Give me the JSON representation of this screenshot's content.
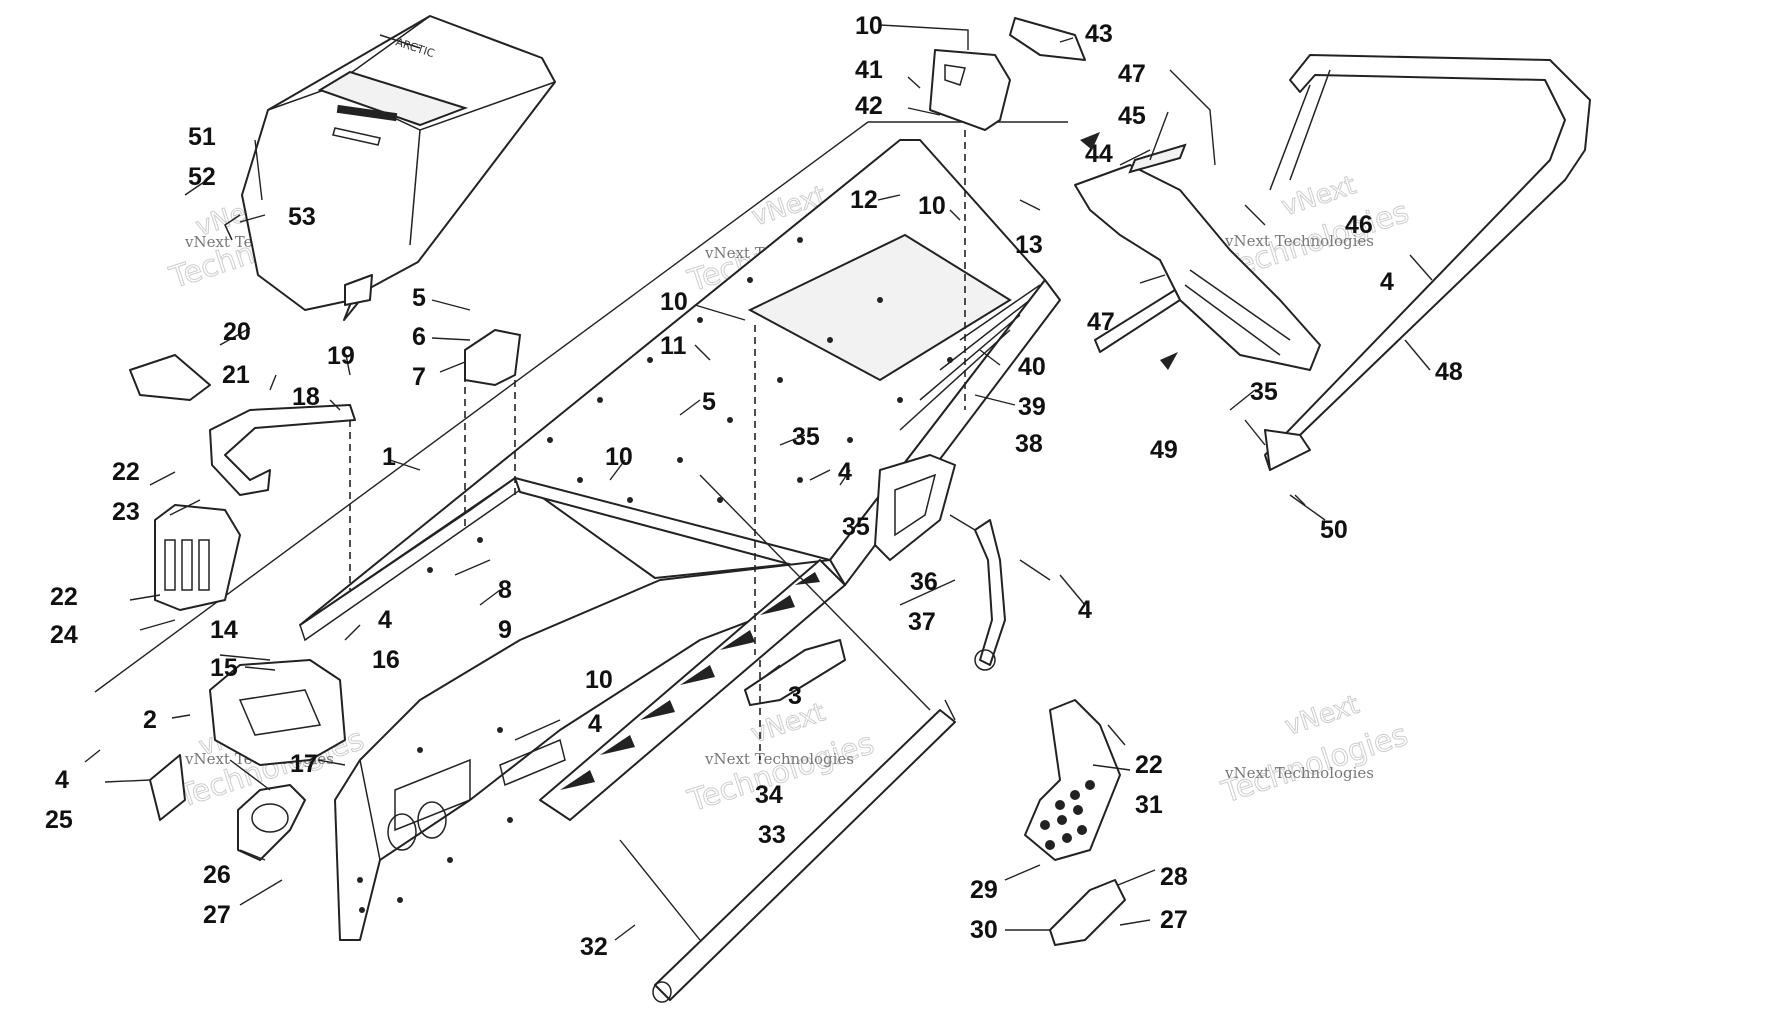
{
  "watermark": {
    "brand": "vNext",
    "word": "Technologies",
    "line": "vNext Technologies"
  },
  "callouts": [
    {
      "n": "10"
    },
    {
      "n": "43"
    },
    {
      "n": "41"
    },
    {
      "n": "47"
    },
    {
      "n": "42"
    },
    {
      "n": "45"
    },
    {
      "n": "44"
    },
    {
      "n": "51"
    },
    {
      "n": "52"
    },
    {
      "n": "53"
    },
    {
      "n": "12"
    },
    {
      "n": "10"
    },
    {
      "n": "13"
    },
    {
      "n": "46"
    },
    {
      "n": "5"
    },
    {
      "n": "6"
    },
    {
      "n": "7"
    },
    {
      "n": "10"
    },
    {
      "n": "11"
    },
    {
      "n": "47"
    },
    {
      "n": "4"
    },
    {
      "n": "20"
    },
    {
      "n": "19"
    },
    {
      "n": "21"
    },
    {
      "n": "18"
    },
    {
      "n": "40"
    },
    {
      "n": "48"
    },
    {
      "n": "5"
    },
    {
      "n": "39"
    },
    {
      "n": "35"
    },
    {
      "n": "35"
    },
    {
      "n": "38"
    },
    {
      "n": "49"
    },
    {
      "n": "1"
    },
    {
      "n": "10"
    },
    {
      "n": "22"
    },
    {
      "n": "4"
    },
    {
      "n": "23"
    },
    {
      "n": "35"
    },
    {
      "n": "50"
    },
    {
      "n": "36"
    },
    {
      "n": "8"
    },
    {
      "n": "22"
    },
    {
      "n": "4"
    },
    {
      "n": "9"
    },
    {
      "n": "24"
    },
    {
      "n": "14"
    },
    {
      "n": "4"
    },
    {
      "n": "37"
    },
    {
      "n": "15"
    },
    {
      "n": "16"
    },
    {
      "n": "10"
    },
    {
      "n": "3"
    },
    {
      "n": "2"
    },
    {
      "n": "4"
    },
    {
      "n": "22"
    },
    {
      "n": "17"
    },
    {
      "n": "34"
    },
    {
      "n": "31"
    },
    {
      "n": "4"
    },
    {
      "n": "25"
    },
    {
      "n": "33"
    },
    {
      "n": "26"
    },
    {
      "n": "28"
    },
    {
      "n": "29"
    },
    {
      "n": "27"
    },
    {
      "n": "27"
    },
    {
      "n": "30"
    },
    {
      "n": "32"
    }
  ]
}
